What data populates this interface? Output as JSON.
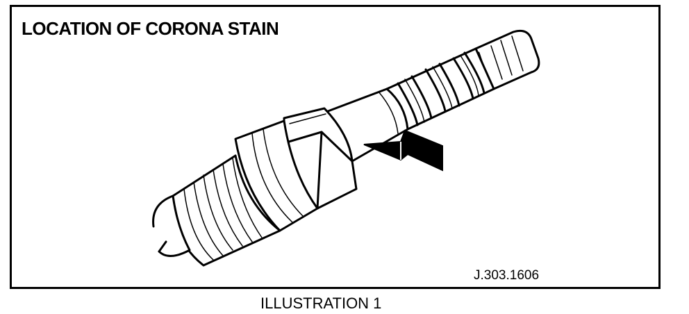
{
  "figure": {
    "title": "LOCATION OF CORONA STAIN",
    "reference_code": "J.303.1606",
    "caption": "ILLUSTRATION 1"
  },
  "colors": {
    "line": "#000000",
    "background": "#ffffff"
  }
}
